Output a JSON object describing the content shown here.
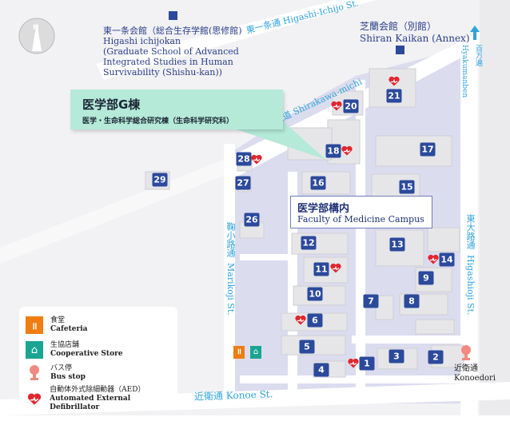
{
  "compass": {
    "label": "N"
  },
  "places": {
    "higashi_ichijokan": {
      "jp": "東一条会館（総合生存学館(思修館)",
      "en_lines": [
        "Higashi ichijokan",
        "(Graduate School of Advanced",
        "Integrated Studies in Human",
        "Survivability (Shishu-kan))"
      ]
    },
    "shiran_kaikan": {
      "jp": "芝蘭会館（別館）",
      "en": "Shiran Kaikan (Annex)"
    }
  },
  "roads": {
    "higashi_ichijo": "東一条通  Higashi-Ichijo St.",
    "shirakawa": "白川道 Shirakawa-michi",
    "hyakumanben_jp": "百万遍",
    "hyakumanben_en": "Hyakumanben",
    "marikoji_jp": "鞠小路通",
    "marikoji_en": "Marikoji St.",
    "higashioji_jp": "東大路通",
    "higashioji_en": "Higashioji St.",
    "konoe": "近衛通 Konoe St."
  },
  "callout": {
    "title": "医学部G棟",
    "subtitle": "医学・生命科学総合研究棟（生命科学研究科）"
  },
  "campus_label": {
    "jp": "医学部構内",
    "en": "Faculty of Medicine Campus"
  },
  "bus_stop": {
    "jp": "近衛通",
    "en": "Konoedori"
  },
  "buildings": [
    "1",
    "2",
    "3",
    "4",
    "5",
    "6",
    "7",
    "8",
    "9",
    "10",
    "11",
    "12",
    "13",
    "14",
    "15",
    "16",
    "17",
    "18",
    "20",
    "21",
    "26",
    "27",
    "28",
    "29"
  ],
  "legend": [
    {
      "icon": "cafeteria-icon",
      "jp": "食堂",
      "en": "Cafeteria"
    },
    {
      "icon": "store-icon",
      "jp": "生協店舗",
      "en": "Cooperative Store"
    },
    {
      "icon": "bus-stop-icon",
      "jp": "バス停",
      "en": "Bus stop"
    },
    {
      "icon": "aed-icon",
      "jp": "自動体外式除細動器（AED）",
      "en": "Automated External Defibrillator"
    }
  ],
  "colors": {
    "badge": "#2b4a9c",
    "road_text": "#2fa3dc",
    "aed": "#e0262e",
    "cafeteria": "#ef7d12",
    "store": "#1aa593",
    "bus": "#f08a80",
    "campus": "#dcdcef",
    "callout": "#b5ead8"
  }
}
